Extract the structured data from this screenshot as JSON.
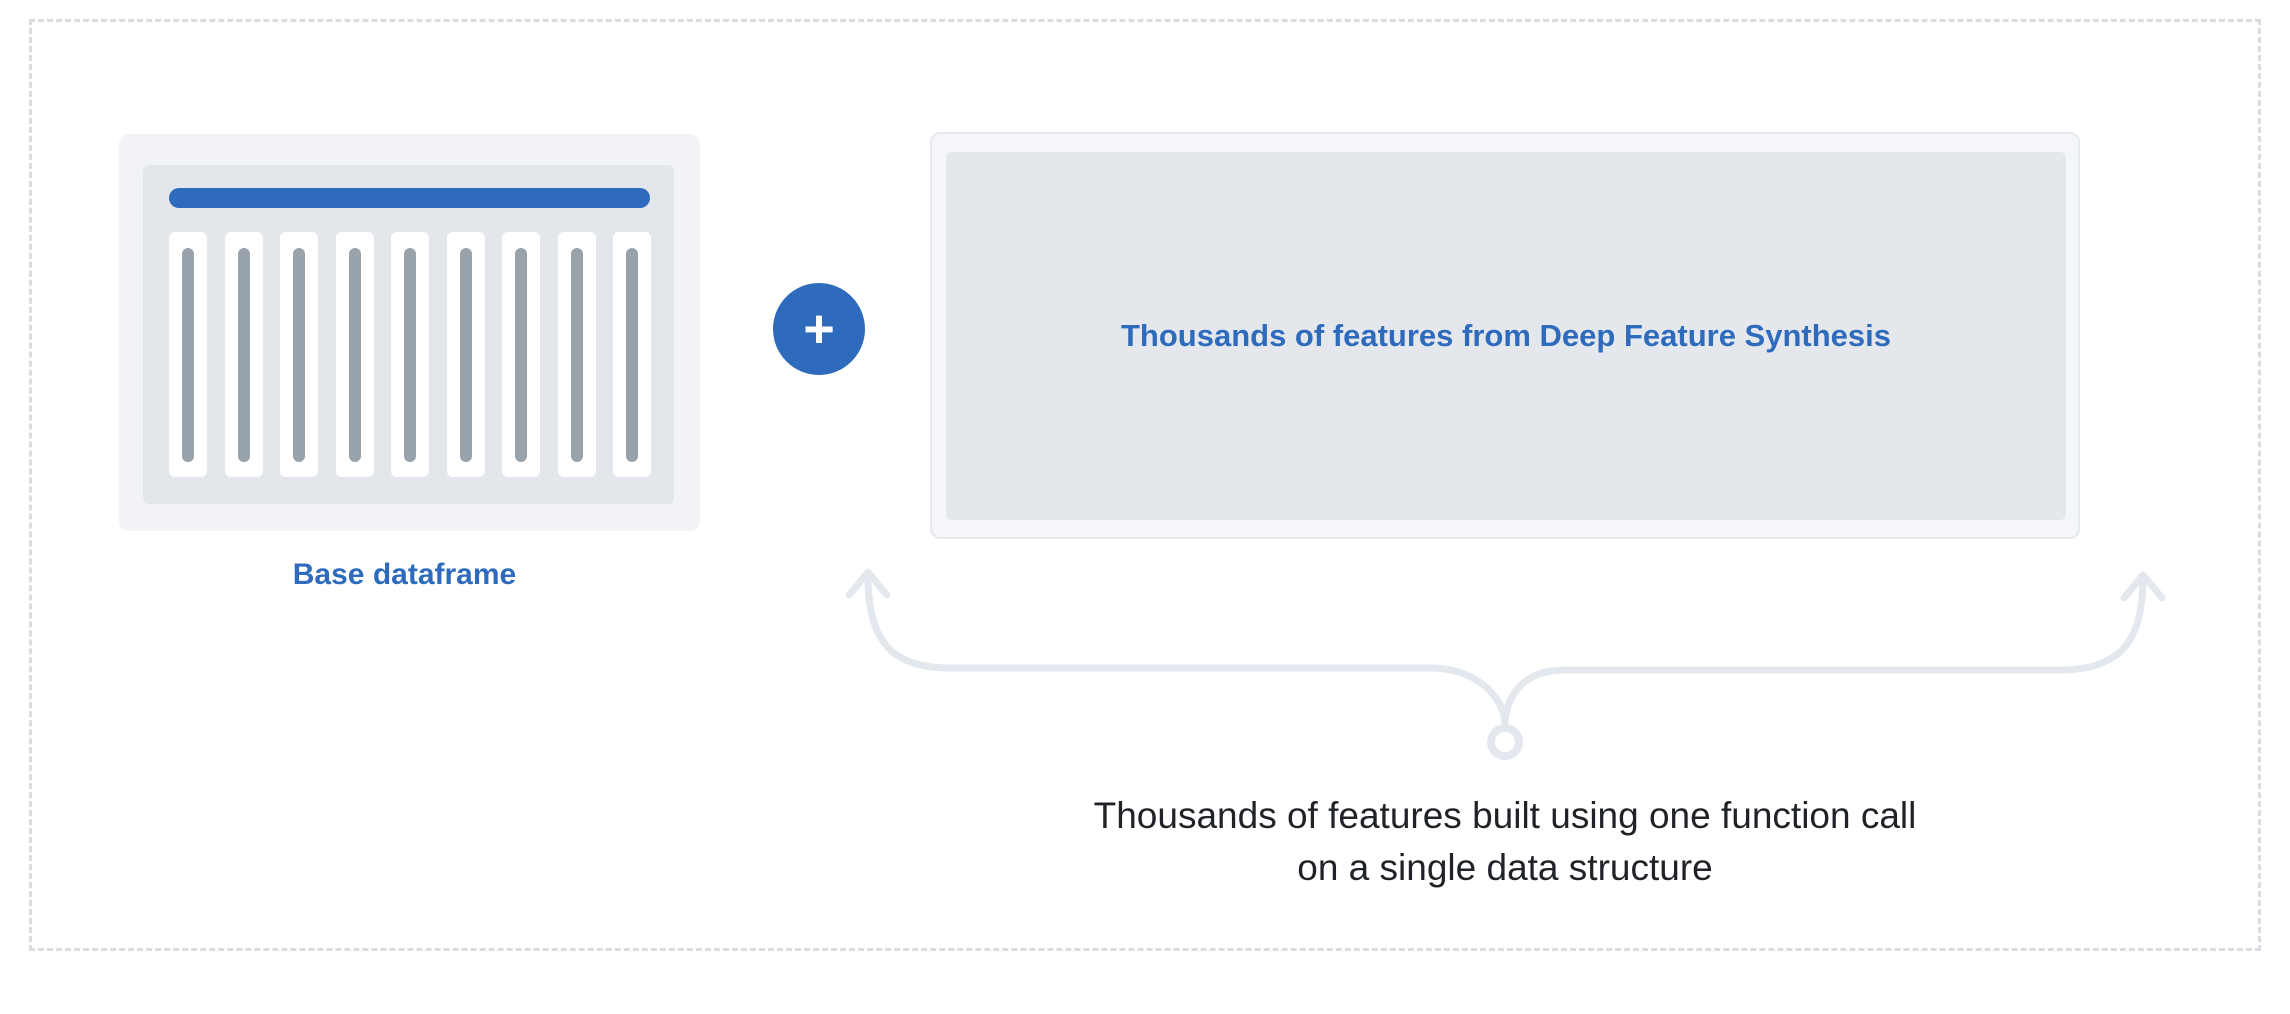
{
  "base": {
    "label": "Base dataframe",
    "column_count": 9
  },
  "plus": {
    "symbol": "+"
  },
  "features": {
    "label": "Thousands of features from Deep Feature Synthesis"
  },
  "caption": {
    "line1": "Thousands of features built using one function call",
    "line2": "on a single data structure"
  },
  "colors": {
    "accent": "#2f6bbd",
    "column_bar": "#98a2ab",
    "panel": "#e3e7ec",
    "brace": "#e3e8ee"
  }
}
